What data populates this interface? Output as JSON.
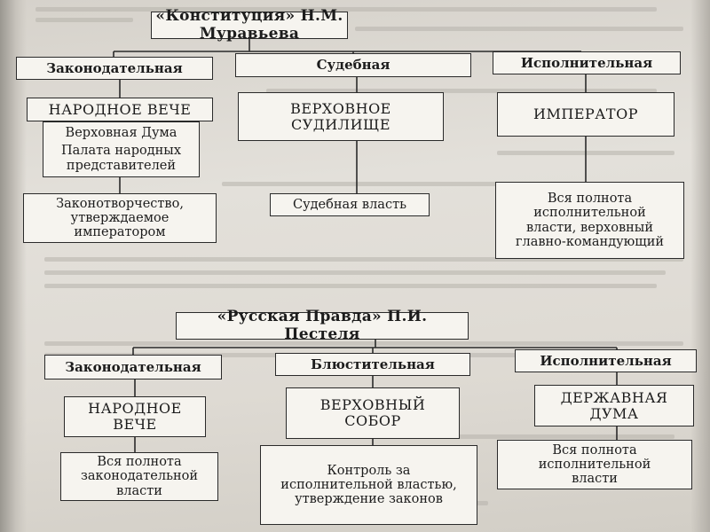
{
  "top": {
    "title": "«Конституция» Н.М. Муравьева",
    "branches": {
      "legislative": {
        "label": "Законодательная",
        "body": "НАРОДНОЕ ВЕЧЕ",
        "chambers": [
          "Верховная Дума",
          "Палата народных представителей"
        ],
        "powers": "Законотворчество, утверждаемое императором"
      },
      "judicial": {
        "label": "Судебная",
        "body": "ВЕРХОВНОЕ СУДИЛИЩЕ",
        "powers": "Судебная власть"
      },
      "executive": {
        "label": "Исполнительная",
        "body": "ИМПЕРАТОР",
        "powers": "Вся полнота исполнительной власти, верховный главно-командующий"
      }
    }
  },
  "bottom": {
    "title": "«Русская Правда» П.И. Пестеля",
    "branches": {
      "legislative": {
        "label": "Законодательная",
        "body": "НАРОДНОЕ ВЕЧЕ",
        "powers": "Вся полнота законодательной власти"
      },
      "supervisory": {
        "label": "Блюстительная",
        "body": "ВЕРХОВНЫЙ СОБОР",
        "powers": "Контроль за исполнительной властью, утверждение законов"
      },
      "executive": {
        "label": "Исполнительная",
        "body": "ДЕРЖАВНАЯ ДУМА",
        "powers": "Вся полнота исполнительной власти"
      }
    }
  }
}
